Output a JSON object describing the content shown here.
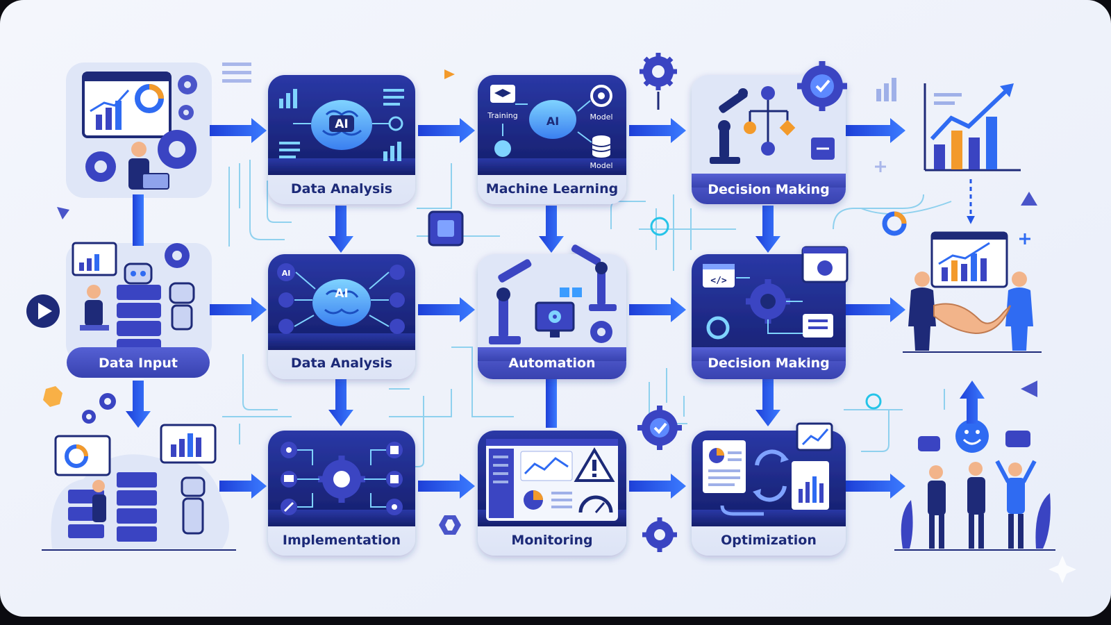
{
  "colors": {
    "background": "#eef2fb",
    "frame": "#0b0b10",
    "navy": "#1e2a78",
    "royal": "#3a44c2",
    "accent": "#2f6bf2",
    "cyan": "#25c4e8",
    "label_pill": "#4a55c9",
    "label_light": "#e6ebf8",
    "orange": "#f39a2b",
    "skin": "#f2b48a"
  },
  "nodes": {
    "data_analysis_top": {
      "label": "Data Analysis",
      "icons": [
        "ai-brain-icon",
        "bar-chart-icon",
        "gear-icon"
      ]
    },
    "machine_learning": {
      "label": "Machine Learning",
      "icons": [
        "graduation-cap-icon",
        "ai-brain-icon",
        "gear-icon",
        "database-icon"
      ],
      "sub": {
        "training": "Training",
        "model1": "Model",
        "model2": "Model"
      }
    },
    "decision_making_top": {
      "label": "Decision Making",
      "icons": [
        "robot-arm-icon",
        "flowchart-icon",
        "checkmark-gear-icon"
      ]
    },
    "data_input": {
      "label": "Data Input",
      "icons": [
        "server-stack-icon",
        "robot-icon",
        "person-laptop-icon"
      ]
    },
    "data_analysis_mid": {
      "label": "Data Analysis",
      "icons": [
        "ai-brain-icon",
        "ai-chip-icon"
      ]
    },
    "automation": {
      "label": "Automation",
      "icons": [
        "robot-arm-icon",
        "monitor-gear-icon"
      ]
    },
    "decision_making_mid": {
      "label": "Decision Making",
      "icons": [
        "code-window-icon",
        "gear-icon",
        "checklist-icon"
      ]
    },
    "implementation": {
      "label": "Implementation",
      "icons": [
        "gear-icon",
        "wrench-icon",
        "monitor-icon"
      ]
    },
    "monitoring": {
      "label": "Monitoring",
      "icons": [
        "dashboard-icon",
        "warning-icon",
        "gauge-icon",
        "pie-chart-icon"
      ]
    },
    "optimization": {
      "label": "Optimization",
      "icons": [
        "refresh-cycle-icon",
        "report-icon",
        "trend-chart-icon"
      ]
    }
  },
  "ai_badge": "AI",
  "code_badge": "</>",
  "side_illustrations": [
    "analyst-dashboard",
    "data-center-robots",
    "growth-chart",
    "business-handshake",
    "team-celebration"
  ]
}
